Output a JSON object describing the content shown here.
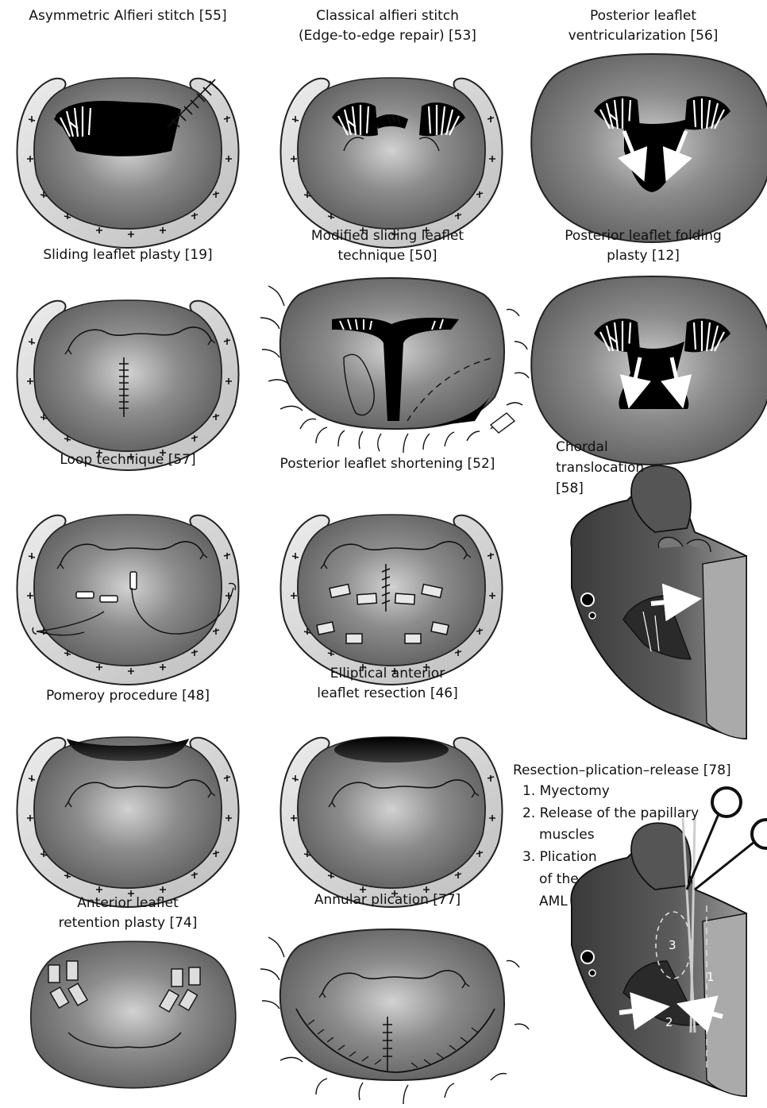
{
  "panels": [
    {
      "id": "p1",
      "lines": [
        "Asymmetric Alfieri stitch [55]"
      ]
    },
    {
      "id": "p2",
      "lines": [
        "Classical alfieri stitch",
        "(Edge-to-edge repair) [53]"
      ]
    },
    {
      "id": "p3",
      "lines": [
        "Posterior leaflet",
        "ventricularization [56]"
      ]
    },
    {
      "id": "p4",
      "lines": [
        "Sliding leaflet plasty [19]"
      ]
    },
    {
      "id": "p5",
      "lines": [
        "Modified sliding leaflet",
        "technique [50]"
      ]
    },
    {
      "id": "p6",
      "lines": [
        "Posterior leaflet folding",
        "plasty [12]"
      ]
    },
    {
      "id": "p7",
      "lines": [
        "Loop technique [57]"
      ]
    },
    {
      "id": "p8",
      "lines": [
        "Posterior leaflet shortening [52]"
      ]
    },
    {
      "id": "p9",
      "lines": [
        "Chordal",
        "translocation",
        "[58]"
      ]
    },
    {
      "id": "p10",
      "lines": [
        "Pomeroy procedure [48]"
      ]
    },
    {
      "id": "p11",
      "lines": [
        "Elliptical anterior",
        "leaflet resection [46]"
      ]
    },
    {
      "id": "p12",
      "lines": [
        "Resection–plication–release [78]"
      ]
    },
    {
      "id": "p13",
      "lines": [
        "Anterior leaflet",
        "retention plasty [74]"
      ]
    },
    {
      "id": "p14",
      "lines": [
        "Annular plication [77]"
      ]
    }
  ],
  "resection_steps": [
    "1. Myectomy",
    "2. Release of the papillary",
    "muscles",
    "3. Plication",
    "of the",
    "AML"
  ],
  "heart_markers": [
    "1",
    "2",
    "3"
  ],
  "colors": {
    "tissue": "#7a7a7a",
    "ring": "#d4d4d4",
    "dark": "#111111",
    "outline": "#222222"
  }
}
